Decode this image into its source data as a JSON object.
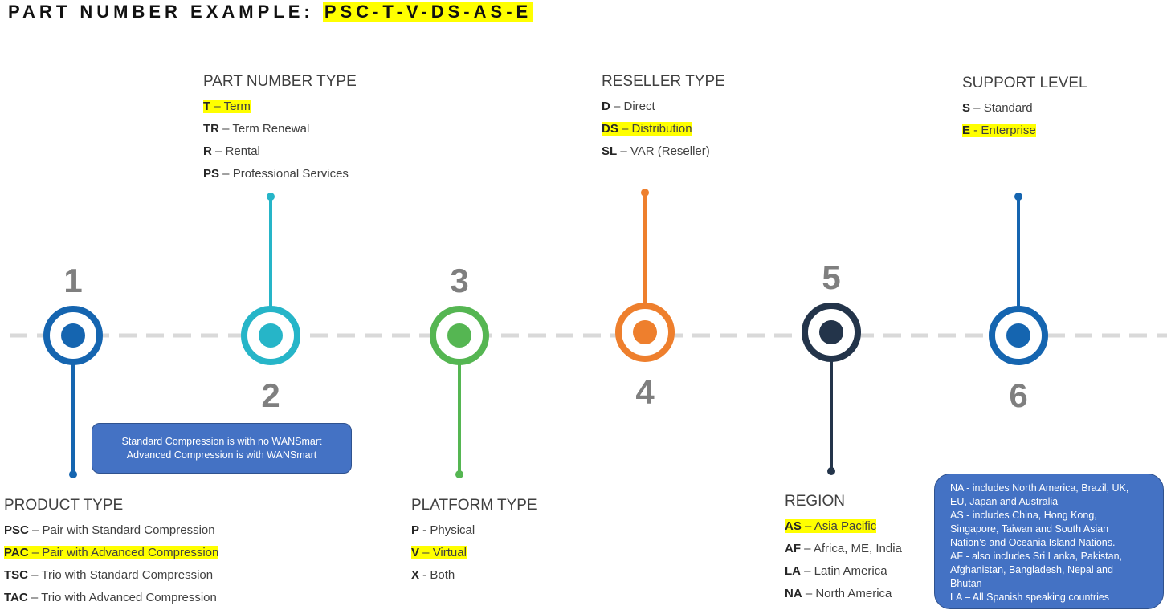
{
  "title": {
    "prefix": "PART NUMBER EXAMPLE:",
    "example": "PSC-T-V-DS-AS-E"
  },
  "colors": {
    "step1": "#1565b0",
    "step2": "#26b5c8",
    "step3": "#55b652",
    "step4": "#ee7f2d",
    "step5": "#23344a",
    "step6": "#1565b0",
    "highlight": "#ffff00",
    "note_fill": "#4472c4"
  },
  "steps": [
    {
      "number": "1",
      "heading": "PRODUCT TYPE",
      "items": [
        {
          "code": "PSC",
          "text": " – Pair with Standard Compression",
          "highlighted": false
        },
        {
          "code": "PAC",
          "text": " – Pair with Advanced Compression",
          "highlighted": true
        },
        {
          "code": "TSC",
          "text": " – Trio with Standard Compression",
          "highlighted": false
        },
        {
          "code": "TAC",
          "text": " – Trio with Advanced Compression",
          "highlighted": false
        }
      ]
    },
    {
      "number": "2",
      "heading": "PART NUMBER TYPE",
      "items": [
        {
          "code": "T",
          "text": " – Term",
          "highlighted": true
        },
        {
          "code": "TR",
          "text": " – Term Renewal",
          "highlighted": false
        },
        {
          "code": "R",
          "text": " – Rental",
          "highlighted": false
        },
        {
          "code": "PS",
          "text": " – Professional Services",
          "highlighted": false
        }
      ]
    },
    {
      "number": "3",
      "heading": "PLATFORM TYPE",
      "items": [
        {
          "code": "P",
          "text": " - Physical",
          "highlighted": false
        },
        {
          "code": "V",
          "text": " – Virtual",
          "highlighted": true
        },
        {
          "code": "X",
          "text": " - Both",
          "highlighted": false
        }
      ]
    },
    {
      "number": "4",
      "heading": "RESELLER TYPE",
      "items": [
        {
          "code": "D",
          "text": " – Direct",
          "highlighted": false
        },
        {
          "code": "DS",
          "text": " – Distribution",
          "highlighted": true
        },
        {
          "code": "SL",
          "text": " – VAR (Reseller)",
          "highlighted": false
        }
      ]
    },
    {
      "number": "5",
      "heading": "REGION",
      "items": [
        {
          "code": "AS",
          "text": " – Asia Pacific",
          "highlighted": true
        },
        {
          "code": "AF",
          "text": " – Africa, ME, India",
          "highlighted": false
        },
        {
          "code": "LA",
          "text": " – Latin America",
          "highlighted": false
        },
        {
          "code": "NA",
          "text": " – North America",
          "highlighted": false
        }
      ]
    },
    {
      "number": "6",
      "heading": "SUPPORT LEVEL",
      "items": [
        {
          "code": "S",
          "text": " – Standard",
          "highlighted": false
        },
        {
          "code": "E",
          "text": " - Enterprise",
          "highlighted": true
        }
      ]
    }
  ],
  "compression_note": {
    "lines": [
      "Standard Compression is with no WANSmart",
      "Advanced Compression is with WANSmart"
    ]
  },
  "region_note": {
    "lines": [
      "NA - includes North America, Brazil, UK,",
      "EU, Japan and Australia",
      "AS - includes China, Hong Kong,",
      "Singapore, Taiwan and South Asian",
      "Nation’s and Oceania Island Nations.",
      "AF - also includes Sri Lanka, Pakistan,",
      "Afghanistan, Bangladesh, Nepal and",
      "Bhutan",
      "LA – All Spanish speaking countries"
    ]
  }
}
